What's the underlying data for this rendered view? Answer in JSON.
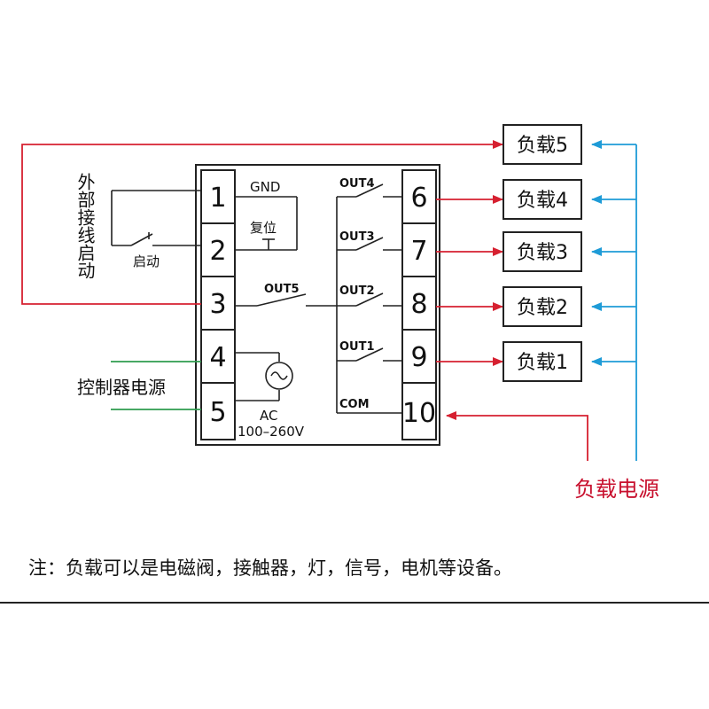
{
  "terminals": {
    "left": [
      "1",
      "2",
      "3",
      "4",
      "5"
    ],
    "right": [
      "6",
      "7",
      "8",
      "9",
      "10"
    ]
  },
  "inner": {
    "gnd": "GND",
    "reset": "复位",
    "start": "启动",
    "out5": "OUT5",
    "out4": "OUT4",
    "out3": "OUT3",
    "out2": "OUT2",
    "out1": "OUT1",
    "com": "COM",
    "ac": "AC",
    "voltage": "100–260V"
  },
  "external_start_label": "外部接线启动",
  "controller_power_label": "控制器电源",
  "loads": [
    "负载5",
    "负载4",
    "负载3",
    "负载2",
    "负载1"
  ],
  "load_power_label": "负载电源",
  "note": "注：负载可以是电磁阀，接触器，灯，信号，电机等设备。",
  "colors": {
    "red": "#d62030",
    "blue": "#1e9bd7",
    "green": "#2e9c4e",
    "black": "#222222"
  }
}
